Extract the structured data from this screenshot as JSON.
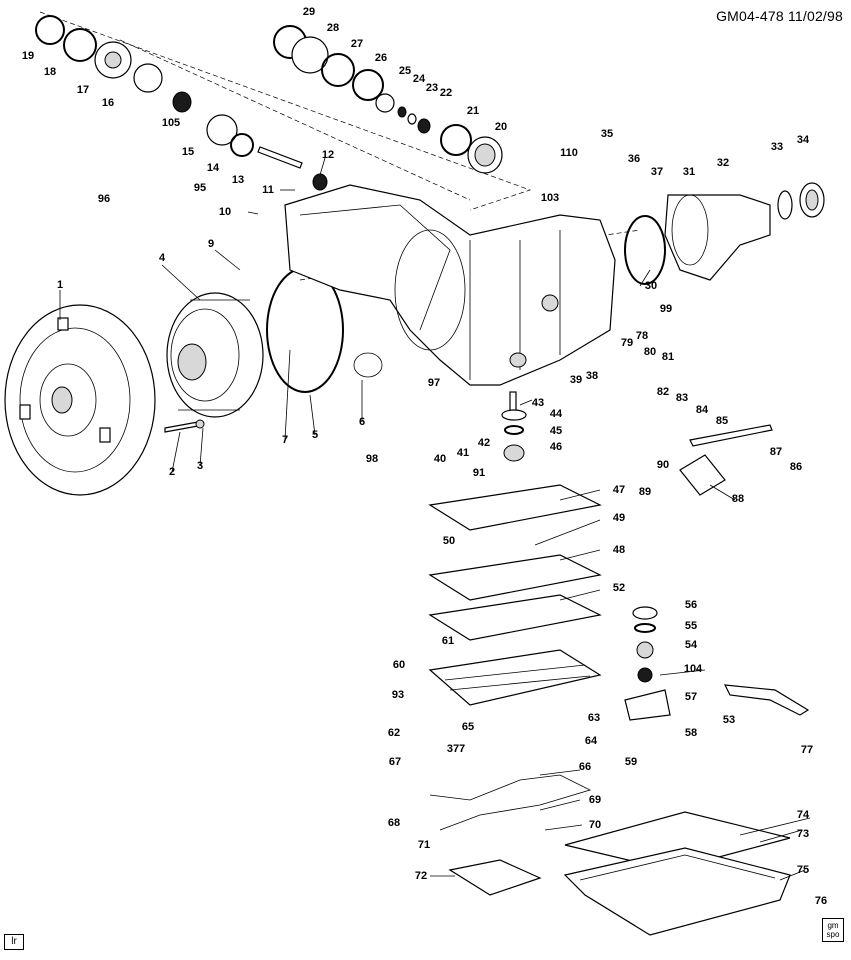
{
  "header": {
    "code": "GM04-478",
    "date": "11/02/98"
  },
  "footer": {
    "ref_code": "lr",
    "logo_text": [
      "gm",
      "spo"
    ]
  },
  "callouts": [
    {
      "id": "1",
      "label": "1"
    },
    {
      "id": "2",
      "label": "2"
    },
    {
      "id": "3",
      "label": "3"
    },
    {
      "id": "4",
      "label": "4"
    },
    {
      "id": "5",
      "label": "5"
    },
    {
      "id": "6",
      "label": "6"
    },
    {
      "id": "7",
      "label": "7"
    },
    {
      "id": "9",
      "label": "9"
    },
    {
      "id": "10",
      "label": "10"
    },
    {
      "id": "11",
      "label": "11"
    },
    {
      "id": "12",
      "label": "12"
    },
    {
      "id": "13",
      "label": "13"
    },
    {
      "id": "14",
      "label": "14"
    },
    {
      "id": "15",
      "label": "15"
    },
    {
      "id": "16",
      "label": "16"
    },
    {
      "id": "17",
      "label": "17"
    },
    {
      "id": "18",
      "label": "18"
    },
    {
      "id": "19",
      "label": "19"
    },
    {
      "id": "20",
      "label": "20"
    },
    {
      "id": "21",
      "label": "21"
    },
    {
      "id": "22",
      "label": "22"
    },
    {
      "id": "23",
      "label": "23"
    },
    {
      "id": "24",
      "label": "24"
    },
    {
      "id": "25",
      "label": "25"
    },
    {
      "id": "26",
      "label": "26"
    },
    {
      "id": "27",
      "label": "27"
    },
    {
      "id": "28",
      "label": "28"
    },
    {
      "id": "29",
      "label": "29"
    },
    {
      "id": "30",
      "label": "30"
    },
    {
      "id": "31",
      "label": "31"
    },
    {
      "id": "32",
      "label": "32"
    },
    {
      "id": "33",
      "label": "33"
    },
    {
      "id": "34",
      "label": "34"
    },
    {
      "id": "35",
      "label": "35"
    },
    {
      "id": "36",
      "label": "36"
    },
    {
      "id": "37",
      "label": "37"
    },
    {
      "id": "38",
      "label": "38"
    },
    {
      "id": "39",
      "label": "39"
    },
    {
      "id": "40",
      "label": "40"
    },
    {
      "id": "41",
      "label": "41"
    },
    {
      "id": "42",
      "label": "42"
    },
    {
      "id": "43",
      "label": "43"
    },
    {
      "id": "44",
      "label": "44"
    },
    {
      "id": "45",
      "label": "45"
    },
    {
      "id": "46",
      "label": "46"
    },
    {
      "id": "47",
      "label": "47"
    },
    {
      "id": "48",
      "label": "48"
    },
    {
      "id": "49",
      "label": "49"
    },
    {
      "id": "50",
      "label": "50"
    },
    {
      "id": "52",
      "label": "52"
    },
    {
      "id": "53",
      "label": "53"
    },
    {
      "id": "54",
      "label": "54"
    },
    {
      "id": "55",
      "label": "55"
    },
    {
      "id": "56",
      "label": "56"
    },
    {
      "id": "57",
      "label": "57"
    },
    {
      "id": "58",
      "label": "58"
    },
    {
      "id": "59",
      "label": "59"
    },
    {
      "id": "60",
      "label": "60"
    },
    {
      "id": "61",
      "label": "61"
    },
    {
      "id": "62",
      "label": "62"
    },
    {
      "id": "63",
      "label": "63"
    },
    {
      "id": "64",
      "label": "64"
    },
    {
      "id": "65",
      "label": "65"
    },
    {
      "id": "66",
      "label": "66"
    },
    {
      "id": "67",
      "label": "67"
    },
    {
      "id": "68",
      "label": "68"
    },
    {
      "id": "69",
      "label": "69"
    },
    {
      "id": "70",
      "label": "70"
    },
    {
      "id": "71",
      "label": "71"
    },
    {
      "id": "72",
      "label": "72"
    },
    {
      "id": "73",
      "label": "73"
    },
    {
      "id": "74",
      "label": "74"
    },
    {
      "id": "75",
      "label": "75"
    },
    {
      "id": "76",
      "label": "76"
    },
    {
      "id": "77",
      "label": "77"
    },
    {
      "id": "78",
      "label": "78"
    },
    {
      "id": "79",
      "label": "79"
    },
    {
      "id": "80",
      "label": "80"
    },
    {
      "id": "81",
      "label": "81"
    },
    {
      "id": "82",
      "label": "82"
    },
    {
      "id": "83",
      "label": "83"
    },
    {
      "id": "84",
      "label": "84"
    },
    {
      "id": "85",
      "label": "85"
    },
    {
      "id": "86",
      "label": "86"
    },
    {
      "id": "87",
      "label": "87"
    },
    {
      "id": "88",
      "label": "88"
    },
    {
      "id": "89",
      "label": "89"
    },
    {
      "id": "90",
      "label": "90"
    },
    {
      "id": "91",
      "label": "91"
    },
    {
      "id": "93",
      "label": "93"
    },
    {
      "id": "95",
      "label": "95"
    },
    {
      "id": "96",
      "label": "96"
    },
    {
      "id": "97",
      "label": "97"
    },
    {
      "id": "98",
      "label": "98"
    },
    {
      "id": "99",
      "label": "99"
    },
    {
      "id": "103",
      "label": "103"
    },
    {
      "id": "104",
      "label": "104"
    },
    {
      "id": "105",
      "label": "105"
    },
    {
      "id": "110",
      "label": "110"
    },
    {
      "id": "377",
      "label": "377"
    }
  ]
}
